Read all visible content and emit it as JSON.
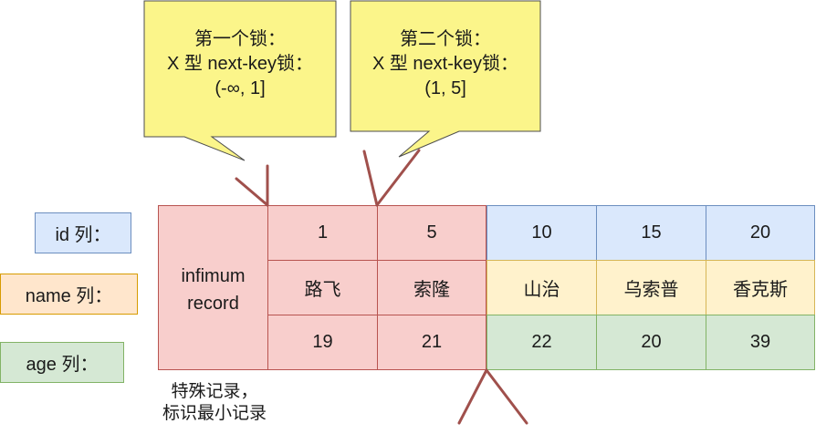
{
  "callouts": [
    {
      "line1": "第一个锁：",
      "line2": "X 型 next-key锁：",
      "line3": "(-∞, 1]"
    },
    {
      "line1": "第二个锁：",
      "line2": "X 型 next-key锁：",
      "line3": "(1, 5]"
    }
  ],
  "row_labels": {
    "id": "id 列：",
    "name": "name 列：",
    "age": "age 列："
  },
  "infimum": {
    "line1": "infimum",
    "line2": "record"
  },
  "infimum_note": {
    "line1": "特殊记录，",
    "line2": "标识最小记录"
  },
  "records": [
    {
      "id": "1",
      "name": "路飞",
      "age": "19"
    },
    {
      "id": "5",
      "name": "索隆",
      "age": "21"
    },
    {
      "id": "10",
      "name": "山治",
      "age": "22"
    },
    {
      "id": "15",
      "name": "乌索普",
      "age": "20"
    },
    {
      "id": "20",
      "name": "香克斯",
      "age": "39"
    }
  ],
  "colors": {
    "callout_fill": "#fbf58a",
    "locked_fill": "#f8cecc",
    "locked_stroke": "#b85450",
    "id_fill": "#dae8fc",
    "id_stroke": "#6c8ebf",
    "name_fill": "#fff2cc",
    "name_stroke": "#d6b656",
    "age_fill": "#d5e8d4",
    "age_stroke": "#82b366",
    "arrow": "#a0504c"
  }
}
